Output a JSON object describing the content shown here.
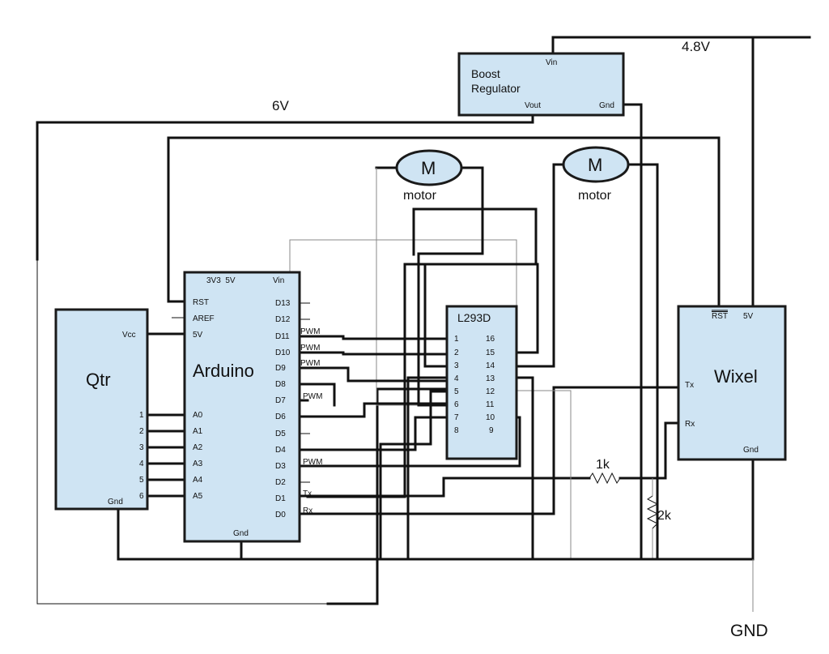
{
  "colors": {
    "module_fill": "#cfe4f3",
    "wire": "#111111",
    "thin_wire": "#888888",
    "background": "#ffffff"
  },
  "labels": {
    "v48": "4.8V",
    "v6": "6V",
    "gnd": "GND",
    "r1": "1k",
    "r2": "2k",
    "motor": "motor",
    "motor_symbol": "M"
  },
  "boost": {
    "title_line1": "Boost",
    "title_line2": "Regulator",
    "vin": "Vin",
    "vout": "Vout",
    "gnd": "Gnd"
  },
  "qtr": {
    "title": "Qtr",
    "vcc": "Vcc",
    "gnd": "Gnd",
    "pins": [
      "1",
      "2",
      "3",
      "4",
      "5",
      "6"
    ]
  },
  "arduino": {
    "title": "Arduino",
    "top_pins": "3V3  5V",
    "vin": "Vin",
    "gnd": "Gnd",
    "left_pins": [
      "RST",
      "AREF",
      "5V",
      "A0",
      "A1",
      "A2",
      "A3",
      "A4",
      "A5"
    ],
    "right_pins": [
      "D13",
      "D12",
      "D11",
      "D10",
      "D9",
      "D8",
      "D7",
      "D6",
      "D5",
      "D4",
      "D3",
      "D2",
      "D1",
      "D0"
    ],
    "pwm": "PWM",
    "tx": "Tx",
    "rx": "Rx"
  },
  "l293d": {
    "title": "L293D",
    "left_pins": [
      "1",
      "2",
      "3",
      "4",
      "5",
      "6",
      "7",
      "8"
    ],
    "right_pins": [
      "16",
      "15",
      "14",
      "13",
      "12",
      "11",
      "10",
      "9"
    ]
  },
  "wixel": {
    "title": "Wixel",
    "rst": "RST",
    "v5": "5V",
    "tx": "Tx",
    "rx": "Rx",
    "gnd": "Gnd"
  }
}
